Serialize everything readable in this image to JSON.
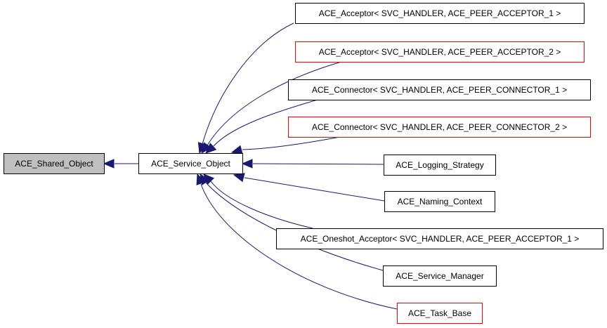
{
  "diagram": {
    "colors": {
      "edge": "#191970",
      "border_default": "#000000",
      "border_truncated": "#ff0000",
      "fill_default": "#ffffff",
      "fill_focus": "#bfbfbf"
    },
    "nodes": [
      {
        "id": "shared",
        "label": "ACE_Shared_Object",
        "style": "focus"
      },
      {
        "id": "service",
        "label": "ACE_Service_Object",
        "style": "default"
      },
      {
        "id": "acc1",
        "label": "ACE_Acceptor< SVC_HANDLER, ACE_PEER_ACCEPTOR_1 >",
        "style": "default"
      },
      {
        "id": "acc2",
        "label": "ACE_Acceptor< SVC_HANDLER, ACE_PEER_ACCEPTOR_2 >",
        "style": "truncated"
      },
      {
        "id": "con1",
        "label": "ACE_Connector< SVC_HANDLER, ACE_PEER_CONNECTOR_1 >",
        "style": "default"
      },
      {
        "id": "con2",
        "label": "ACE_Connector< SVC_HANDLER, ACE_PEER_CONNECTOR_2 >",
        "style": "truncated"
      },
      {
        "id": "log",
        "label": "ACE_Logging_Strategy",
        "style": "default"
      },
      {
        "id": "naming",
        "label": "ACE_Naming_Context",
        "style": "default"
      },
      {
        "id": "oneshot",
        "label": "ACE_Oneshot_Acceptor< SVC_HANDLER, ACE_PEER_ACCEPTOR_1 >",
        "style": "default"
      },
      {
        "id": "mgr",
        "label": "ACE_Service_Manager",
        "style": "default"
      },
      {
        "id": "task",
        "label": "ACE_Task_Base",
        "style": "truncated"
      }
    ],
    "edges": [
      {
        "from": "service",
        "to": "shared"
      },
      {
        "from": "acc1",
        "to": "service"
      },
      {
        "from": "acc2",
        "to": "service"
      },
      {
        "from": "con1",
        "to": "service"
      },
      {
        "from": "con2",
        "to": "service"
      },
      {
        "from": "log",
        "to": "service"
      },
      {
        "from": "naming",
        "to": "service"
      },
      {
        "from": "oneshot",
        "to": "service"
      },
      {
        "from": "mgr",
        "to": "service"
      },
      {
        "from": "task",
        "to": "service"
      }
    ]
  }
}
